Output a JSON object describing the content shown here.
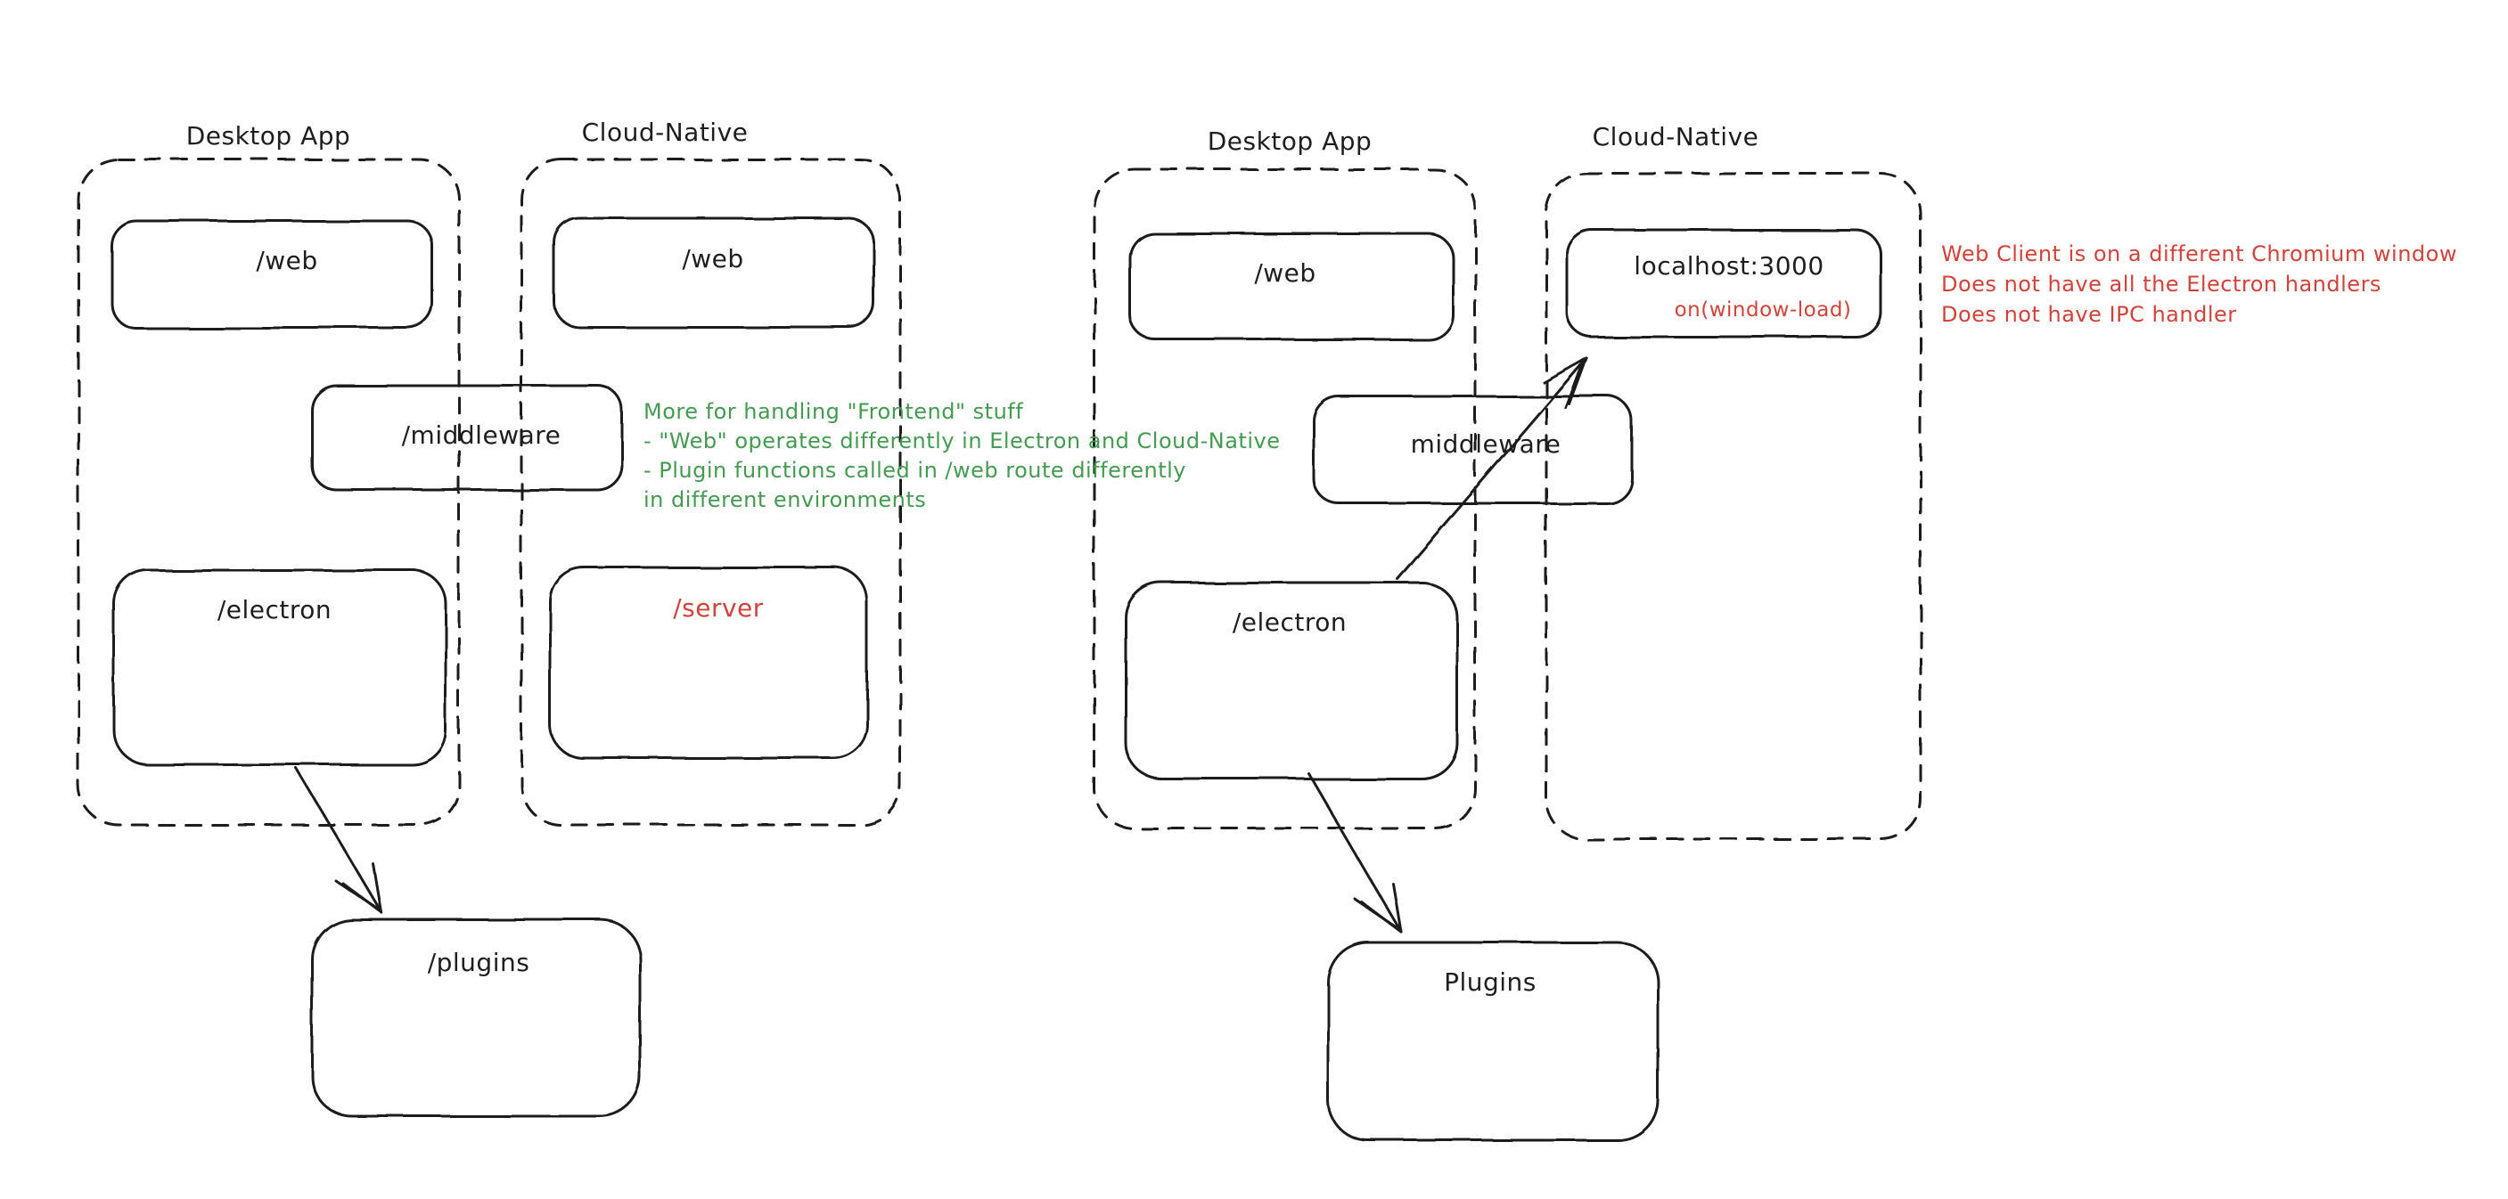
{
  "colors": {
    "stroke": "#1e1e1e",
    "green": "#459a52",
    "red": "#d1433a"
  },
  "left_diagram": {
    "desktop_title": "Desktop App",
    "cloud_title": "Cloud-Native",
    "web_desktop_label": "/web",
    "web_cloud_label": "/web",
    "middleware_label": "/middleware",
    "electron_label": "/electron",
    "server_label": "/server",
    "plugins_label": "/plugins"
  },
  "right_diagram": {
    "desktop_title": "Desktop App",
    "cloud_title": "Cloud-Native",
    "web_label": "/web",
    "localhost_label": "localhost:3000",
    "on_window_load_label": "on(window-load)",
    "middleware_label": "middleware",
    "electron_label": "/electron",
    "plugins_label": "Plugins"
  },
  "notes": {
    "green": {
      "lines": [
        "More for handling \"Frontend\" stuff",
        "- \"Web\" operates differently in Electron and Cloud-Native",
        "- Plugin functions called in /web route differently",
        "in different environments"
      ]
    },
    "red": {
      "lines": [
        "Web Client is on a different Chromium window",
        "Does not have all the Electron handlers",
        "Does not have IPC handler"
      ]
    }
  }
}
